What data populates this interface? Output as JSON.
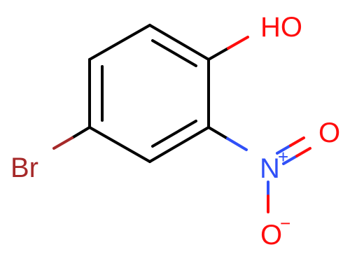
{
  "molecule": {
    "atoms": {
      "hydroxyl": {
        "label": "HO",
        "color": "#ff0d0d"
      },
      "bromine": {
        "label": "Br",
        "color": "#a62929"
      },
      "nitrogen": {
        "label": "N",
        "charge": "+",
        "color": "#3050f8"
      },
      "oxygen_double": {
        "label": "O",
        "color": "#ff0d0d"
      },
      "oxygen_single": {
        "label": "O",
        "charge": "−",
        "color": "#ff0d0d"
      }
    },
    "colors": {
      "bond": "#000000",
      "oxygen": "#ff0d0d",
      "nitrogen": "#3050f8",
      "bromine": "#a62929"
    }
  }
}
